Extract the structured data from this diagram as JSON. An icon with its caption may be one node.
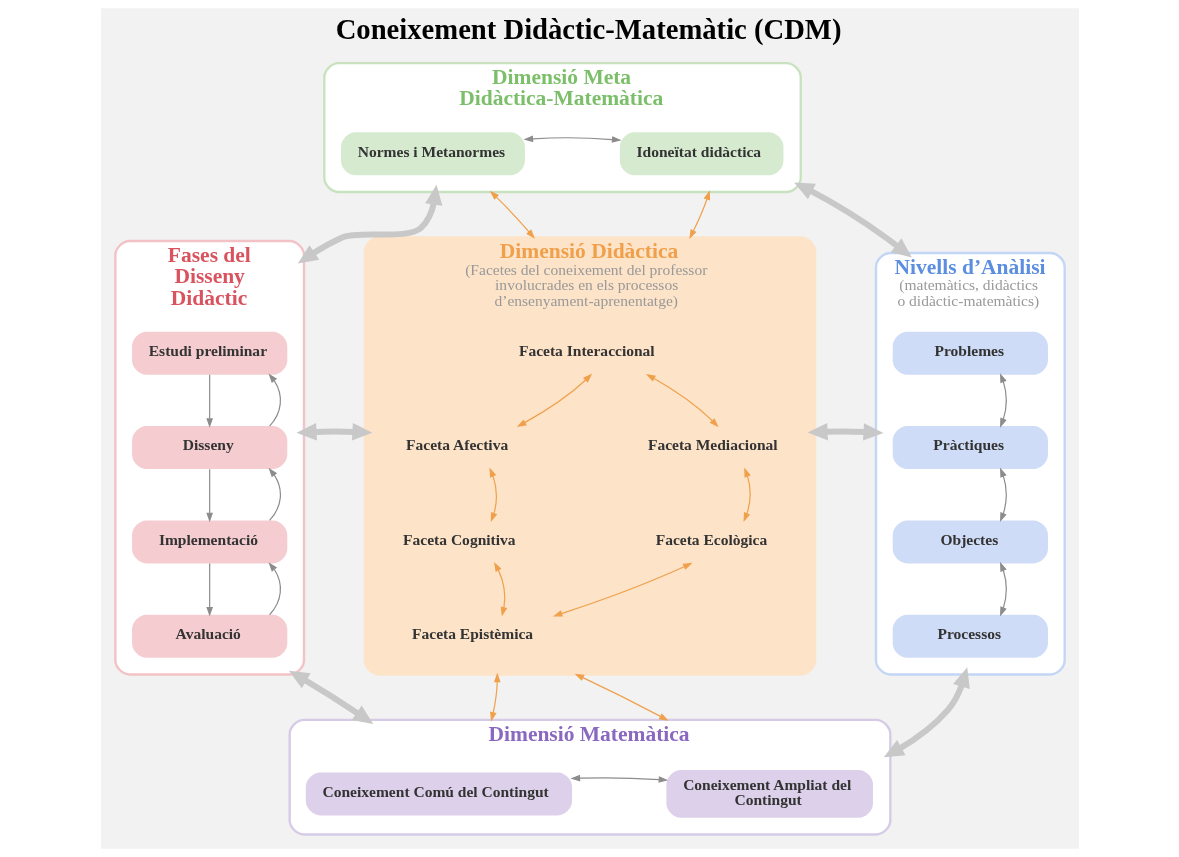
{
  "diagram": {
    "title": "Coneixement Didàctic-Matemàtic (CDM)",
    "nodes": [
      {
        "text": [
          "Dimensió Meta Didàctica-Matemàtica"
        ]
      },
      {
        "text": [
          "Normes i Metanormes"
        ],
        "in": 0
      },
      {
        "text": [
          "Idoneïtat didàctica"
        ],
        "in": 0
      },
      {
        "text": [
          "Fases del Disseny Didàctic"
        ]
      },
      {
        "text": [
          "Estudi preliminar"
        ],
        "in": 3
      },
      {
        "text": [
          "Disseny"
        ],
        "in": 3
      },
      {
        "text": [
          "Implementació"
        ],
        "in": 3
      },
      {
        "text": [
          "Avaluació"
        ],
        "in": 3
      },
      {
        "text": [
          "Nivells d’Anàlisi",
          "(matemàtics, didàctics o didàctic-matemàtics)"
        ]
      },
      {
        "text": [
          "Problemes"
        ],
        "in": 8
      },
      {
        "text": [
          "Pràctiques"
        ],
        "in": 8
      },
      {
        "text": [
          "Objectes"
        ],
        "in": 8
      },
      {
        "text": [
          "Processos"
        ],
        "in": 8
      },
      {
        "text": [
          "Dimensió Didàctica",
          "(Facetes del coneixement del professor involucrades en els processos d’ensenyament-aprenentatge)"
        ]
      },
      {
        "text": [
          "Faceta Interaccional"
        ],
        "in": 13
      },
      {
        "text": [
          "Faceta Afectiva"
        ],
        "in": 13
      },
      {
        "text": [
          "Faceta Mediacional"
        ],
        "in": 13
      },
      {
        "text": [
          "Faceta Cognitiva"
        ],
        "in": 13
      },
      {
        "text": [
          "Faceta Ecològica"
        ],
        "in": 13
      },
      {
        "text": [
          "Faceta Epistèmica"
        ],
        "in": 13
      },
      {
        "text": [
          "Dimensió Matemàtica"
        ]
      },
      {
        "text": [
          "Coneixement Comú del Contingut"
        ],
        "in": 20
      },
      {
        "text": [
          "Coneixement Ampliat del Contingut"
        ],
        "in": 20
      }
    ],
    "edges": [
      {
        "from": 1,
        "to": 2,
        "arrow": "both"
      },
      {
        "from": 4,
        "to": 5,
        "arrow": "to"
      },
      {
        "from": 5,
        "to": 4,
        "arrow": "to"
      },
      {
        "from": 5,
        "to": 6,
        "arrow": "to"
      },
      {
        "from": 6,
        "to": 5,
        "arrow": "to"
      },
      {
        "from": 6,
        "to": 7,
        "arrow": "to"
      },
      {
        "from": 7,
        "to": 6,
        "arrow": "to"
      },
      {
        "from": 9,
        "to": 10,
        "arrow": "both"
      },
      {
        "from": 10,
        "to": 11,
        "arrow": "both"
      },
      {
        "from": 11,
        "to": 12,
        "arrow": "both"
      },
      {
        "from": 21,
        "to": 22,
        "arrow": "both"
      },
      {
        "from": 3,
        "to": 0,
        "arrow": "both",
        "style": "thick",
        "color": "#c8c8c8"
      },
      {
        "from": 0,
        "to": 8,
        "arrow": "both",
        "style": "thick",
        "color": "#c8c8c8"
      },
      {
        "from": 3,
        "to": 13,
        "arrow": "both",
        "style": "thick",
        "color": "#c8c8c8"
      },
      {
        "from": 13,
        "to": 8,
        "arrow": "both",
        "style": "thick",
        "color": "#c8c8c8"
      },
      {
        "from": 3,
        "to": 20,
        "arrow": "both",
        "style": "thick",
        "color": "#c8c8c8"
      },
      {
        "from": 20,
        "to": 8,
        "arrow": "both",
        "style": "thick",
        "color": "#c8c8c8"
      },
      {
        "from": 0,
        "to": 13,
        "arrow": "both",
        "color": "#f0a04b"
      },
      {
        "from": 0,
        "to": 13,
        "arrow": "both",
        "color": "#f0a04b"
      },
      {
        "from": 13,
        "to": 20,
        "arrow": "both",
        "color": "#f0a04b"
      },
      {
        "from": 13,
        "to": 20,
        "arrow": "both",
        "color": "#f0a04b"
      },
      {
        "from": 15,
        "to": 14,
        "arrow": "both",
        "color": "#f0a04b"
      },
      {
        "from": 14,
        "to": 16,
        "arrow": "both",
        "color": "#f0a04b"
      },
      {
        "from": 16,
        "to": 18,
        "arrow": "both",
        "color": "#f0a04b"
      },
      {
        "from": 18,
        "to": 19,
        "arrow": "both",
        "color": "#f0a04b"
      },
      {
        "from": 17,
        "to": 19,
        "arrow": "both",
        "color": "#f0a04b"
      },
      {
        "from": 15,
        "to": 17,
        "arrow": "both",
        "color": "#f0a04b"
      }
    ]
  }
}
